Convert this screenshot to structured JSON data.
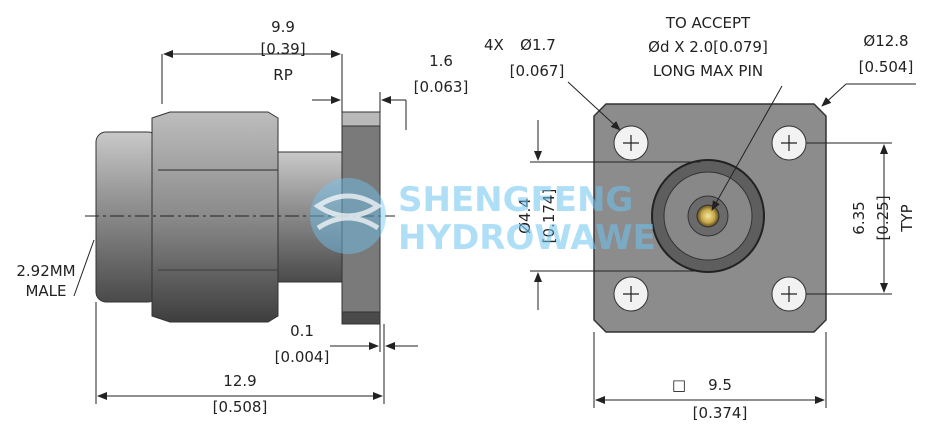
{
  "left_view": {
    "rp_mm": "9.9",
    "rp_in": "[0.39]",
    "rp_label": "RP",
    "flange_mm": "1.6",
    "flange_in": "[0.063]",
    "connector_label_1": "2.92MM",
    "connector_label_2": "MALE",
    "gap_mm": "0.1",
    "gap_in": "[0.004]",
    "length_mm": "12.9",
    "length_in": "[0.508]"
  },
  "right_view": {
    "hole_prefix": "4X",
    "hole_mm": "Ø1.7",
    "hole_in": "[0.067]",
    "pin_line1": "TO ACCEPT",
    "pin_line2": "Ød X 2.0[0.079]",
    "pin_line3": "LONG MAX PIN",
    "flange_dia_mm": "Ø12.8",
    "flange_dia_in": "[0.504]",
    "center_dia_mm": "Ø4.4",
    "center_dia_in": "[0.174]",
    "spacing_mm": "6.35",
    "spacing_in": "[0.25]",
    "spacing_typ": "TYP",
    "square_symbol": "□",
    "width_mm": "9.5",
    "width_in": "[0.374]"
  },
  "watermark": {
    "line1": "SHENGFENG",
    "line2": "HYDROWAWE"
  },
  "colors": {
    "body": "#8e8e8e",
    "body_dark": "#5a5a5a",
    "line": "#222222",
    "accent": "#6ec6f2"
  }
}
